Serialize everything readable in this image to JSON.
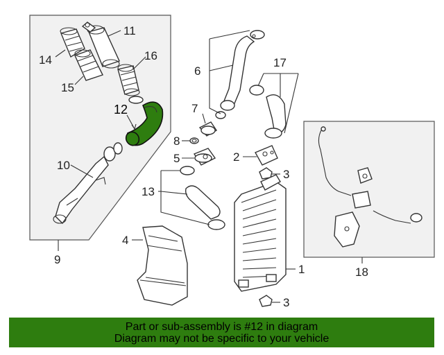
{
  "callouts": {
    "c1": "1",
    "c2": "2",
    "c3a": "3",
    "c3b": "3",
    "c4": "4",
    "c5": "5",
    "c6": "6",
    "c7": "7",
    "c8": "8",
    "c9": "9",
    "c10": "10",
    "c11": "11",
    "c12": "12",
    "c13": "13",
    "c14": "14",
    "c15": "15",
    "c16": "16",
    "c17": "17",
    "c18": "18"
  },
  "highlighted_part": "12",
  "highlight_color": "#2e7d0f",
  "banner": {
    "line1": "Part or sub-assembly is #12 in diagram",
    "line2": "Diagram may not be specific to your vehicle"
  }
}
